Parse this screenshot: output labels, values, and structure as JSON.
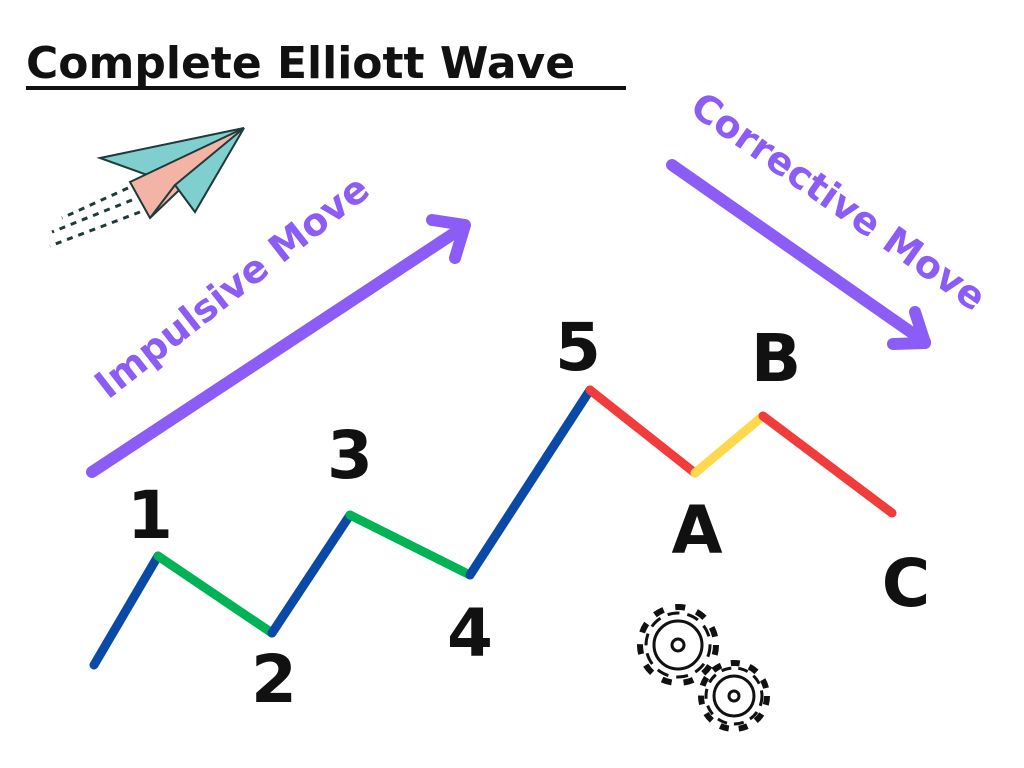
{
  "title": "Complete Elliott Wave",
  "impulsive_label": "Impulsive Move",
  "corrective_label": "Corrective Move",
  "wave_labels": {
    "w1": "1",
    "w2": "2",
    "w3": "3",
    "w4": "4",
    "w5": "5",
    "wa": "A",
    "wb": "B",
    "wc": "C"
  },
  "icons": [
    "paper-plane-icon",
    "gears-icon"
  ],
  "colors": {
    "impulse_wave": "#0a4aa6",
    "correction_in_impulse": "#00b354",
    "corrective_wave": "#f23b3b",
    "wave_b": "#ffd84d",
    "arrow": "#8b5cf6",
    "label_purple": "#8b5cf6",
    "text": "#111111"
  }
}
